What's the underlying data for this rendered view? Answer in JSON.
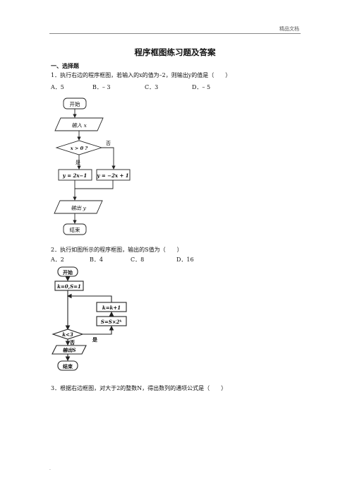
{
  "header": {
    "label": "精品文档"
  },
  "title": "程序框图练习题及答案",
  "section": "一、选择题",
  "q1": {
    "text": "1．执行右边的程序框图，若输入的x的值为–2，则输出y的值是（　　）",
    "options": [
      "A．5",
      "B．– 3",
      "C．3",
      "D．– 5"
    ],
    "flow": {
      "start": "开始",
      "input": "输入 x",
      "cond": "x > 0 ?",
      "no": "否",
      "yes": "是",
      "left": "y = 2x−1",
      "right": "y = −2x + 1",
      "output": "输出 y",
      "end": "结束"
    }
  },
  "q2": {
    "text": "2．执行如图所示的程序框图，输出的S值为（　　）",
    "options": [
      "A．2",
      "B．4",
      "C．8",
      "D．16"
    ],
    "flow": {
      "start": "开始",
      "init": "k=0,S=1",
      "update_k": "k=k+1",
      "update_s": "S=S×2ᵏ",
      "cond": "k<3",
      "yes": "是",
      "no": "否",
      "output": "输出S",
      "end": "结束"
    }
  },
  "q3": {
    "text": "3．根据右边框图，对大于2的整数N，得出数列的通项公式是（　　）"
  },
  "footer": {
    "dot": "."
  }
}
